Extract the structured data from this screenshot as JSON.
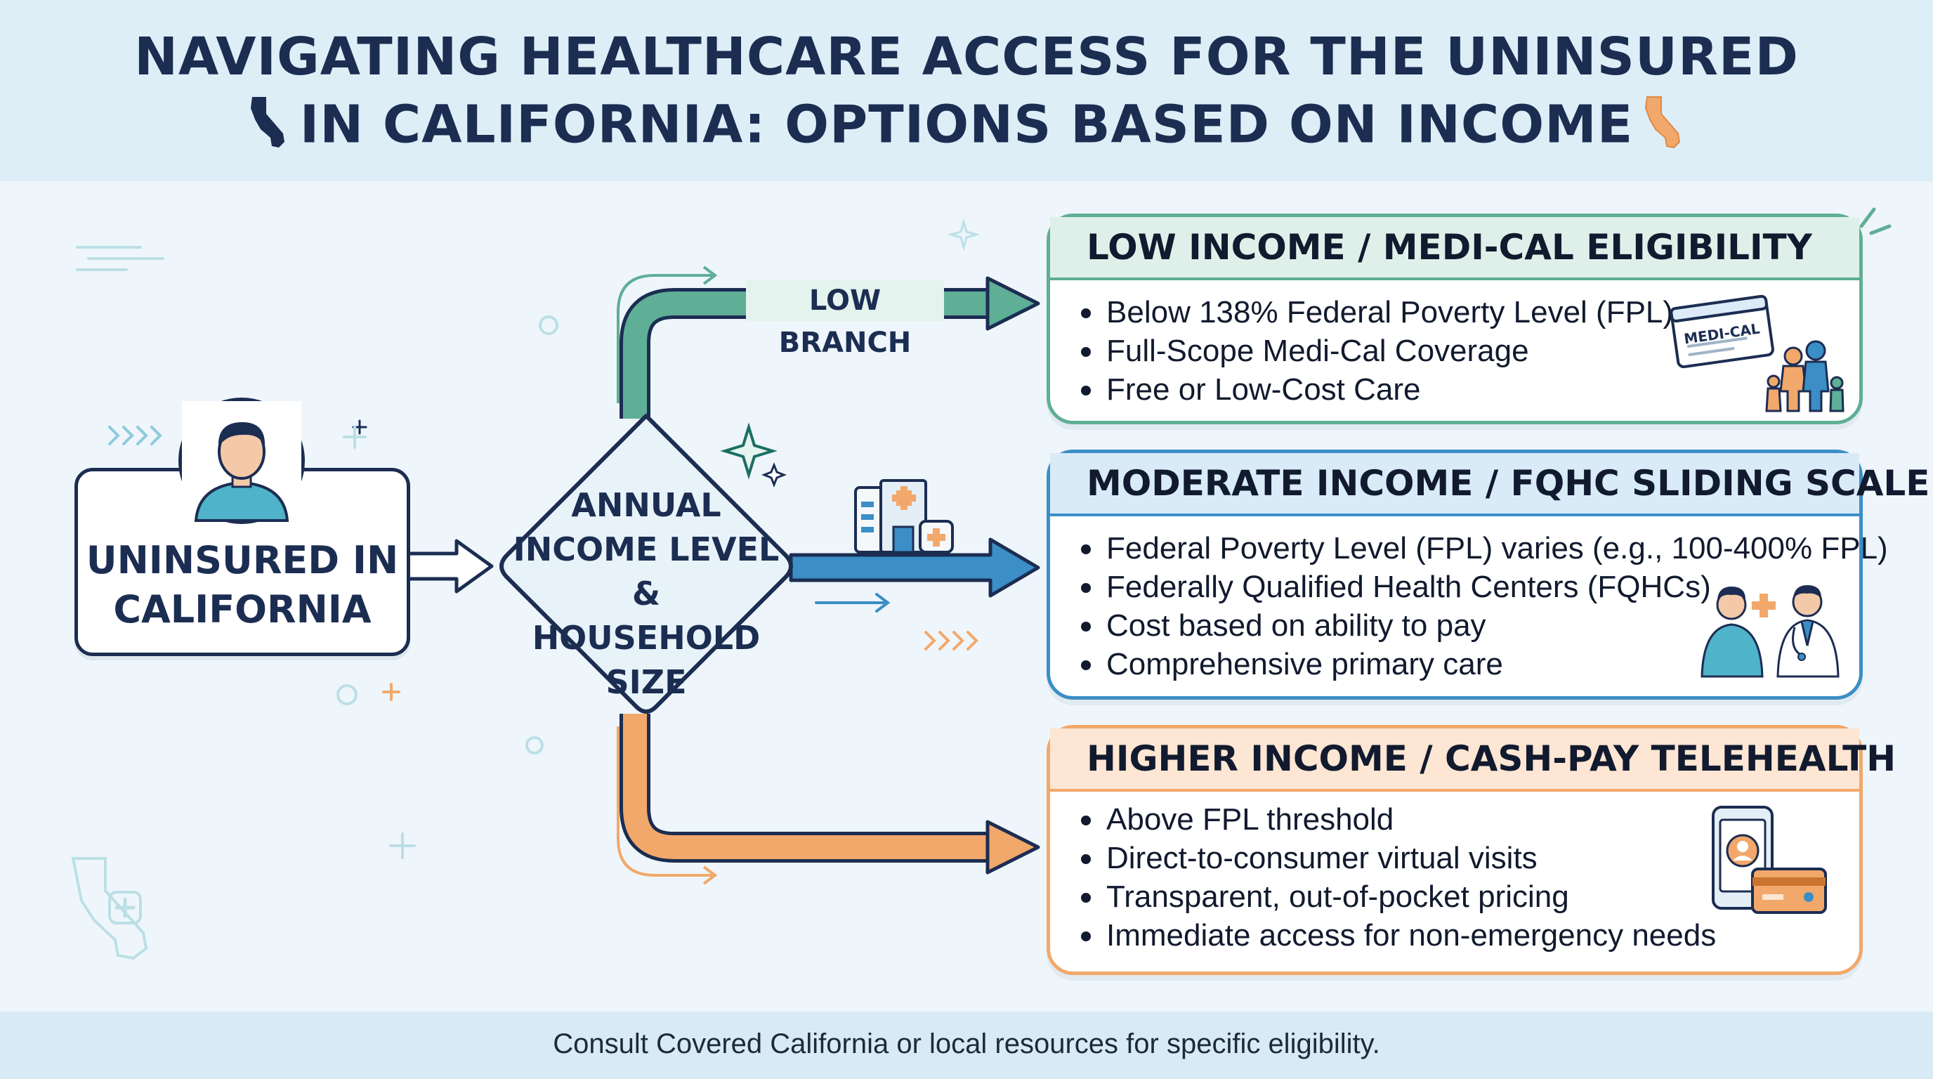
{
  "header": {
    "title_line1": "NAVIGATING HEALTHCARE ACCESS FOR THE UNINSURED",
    "title_line2": "IN CALIFORNIA: OPTIONS BASED ON INCOME"
  },
  "start": {
    "label_line1": "UNINSURED IN",
    "label_line2": "CALIFORNIA"
  },
  "decision": {
    "line1": "ANNUAL",
    "line2": "INCOME LEVEL &",
    "line3": "HOUSEHOLD",
    "line4": "SIZE"
  },
  "branches": {
    "low_label": "LOW BRANCH"
  },
  "cards": {
    "low": {
      "title": "LOW INCOME / MEDI-CAL ELIGIBILITY",
      "items": [
        "Below 138% Federal Poverty Level (FPL)",
        "Full-Scope Medi-Cal Coverage",
        "Free or Low-Cost Care"
      ],
      "card_text": "MEDI-CAL"
    },
    "moderate": {
      "title": "MODERATE INCOME / FQHC SLIDING SCALE",
      "items": [
        "Federal Poverty Level (FPL) varies (e.g., 100-400% FPL)",
        "Federally Qualified Health Centers (FQHCs)",
        "Cost based on ability to pay",
        "Comprehensive primary care"
      ]
    },
    "high": {
      "title": "HIGHER INCOME / CASH-PAY TELEHEALTH",
      "items": [
        "Above FPL threshold",
        "Direct-to-consumer virtual visits",
        "Transparent, out-of-pocket pricing",
        "Immediate access for non-emergency needs"
      ]
    }
  },
  "footer": {
    "note": "Consult Covered California or local resources for specific eligibility."
  },
  "colors": {
    "navy": "#1c2d52",
    "low_green": "#5fae96",
    "moderate_blue": "#3b8ec6",
    "high_orange": "#f2a86b"
  }
}
